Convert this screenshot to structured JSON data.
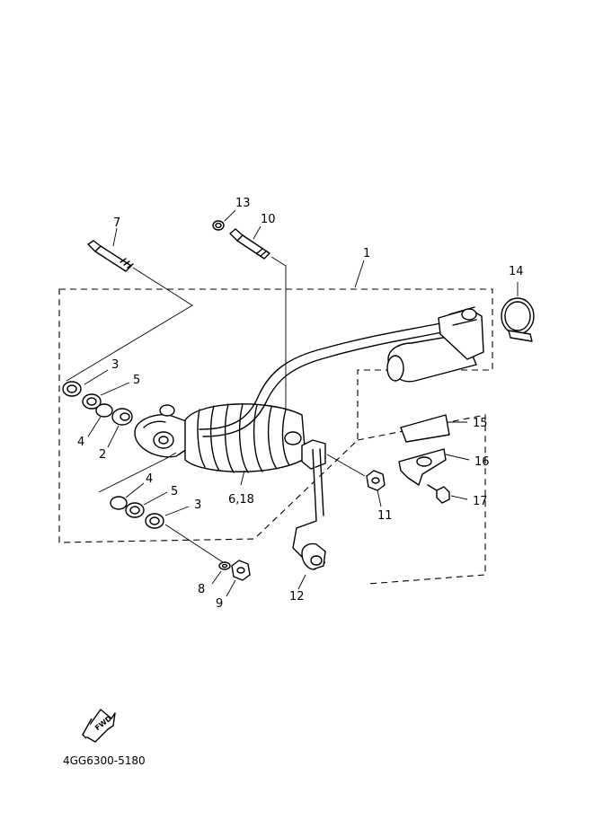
{
  "callouts": {
    "c1": "1",
    "c2": "2",
    "c3a": "3",
    "c3b": "3",
    "c4a": "4",
    "c4b": "4",
    "c5a": "5",
    "c5b": "5",
    "c6_18": "6,18",
    "c7": "7",
    "c8": "8",
    "c9": "9",
    "c10": "10",
    "c11": "11",
    "c12": "12",
    "c13": "13",
    "c14": "14",
    "c15": "15",
    "c16": "16",
    "c17": "17"
  },
  "fwd_label": "FWD",
  "diagram_code": "4GG6300-5180"
}
